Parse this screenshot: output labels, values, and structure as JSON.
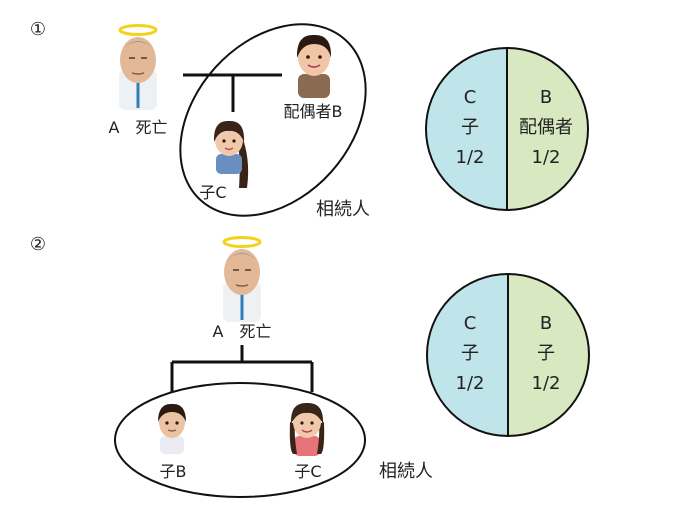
{
  "section1": {
    "marker": "①",
    "person_a": "A　死亡",
    "spouse": "配偶者B",
    "child": "子C",
    "group_label": "相続人",
    "pie": {
      "left": {
        "name": "C",
        "role": "子",
        "share": "1/2",
        "color": "#bfe4ea"
      },
      "right": {
        "name": "B",
        "role": "配偶者",
        "share": "1/2",
        "color": "#d8e8c0"
      }
    }
  },
  "section2": {
    "marker": "②",
    "person_a": "A　死亡",
    "child_b": "子B",
    "child_c": "子C",
    "group_label": "相続人",
    "pie": {
      "left": {
        "name": "C",
        "role": "子",
        "share": "1/2",
        "color": "#bfe4ea"
      },
      "right": {
        "name": "B",
        "role": "子",
        "share": "1/2",
        "color": "#d8e8c0"
      }
    }
  }
}
